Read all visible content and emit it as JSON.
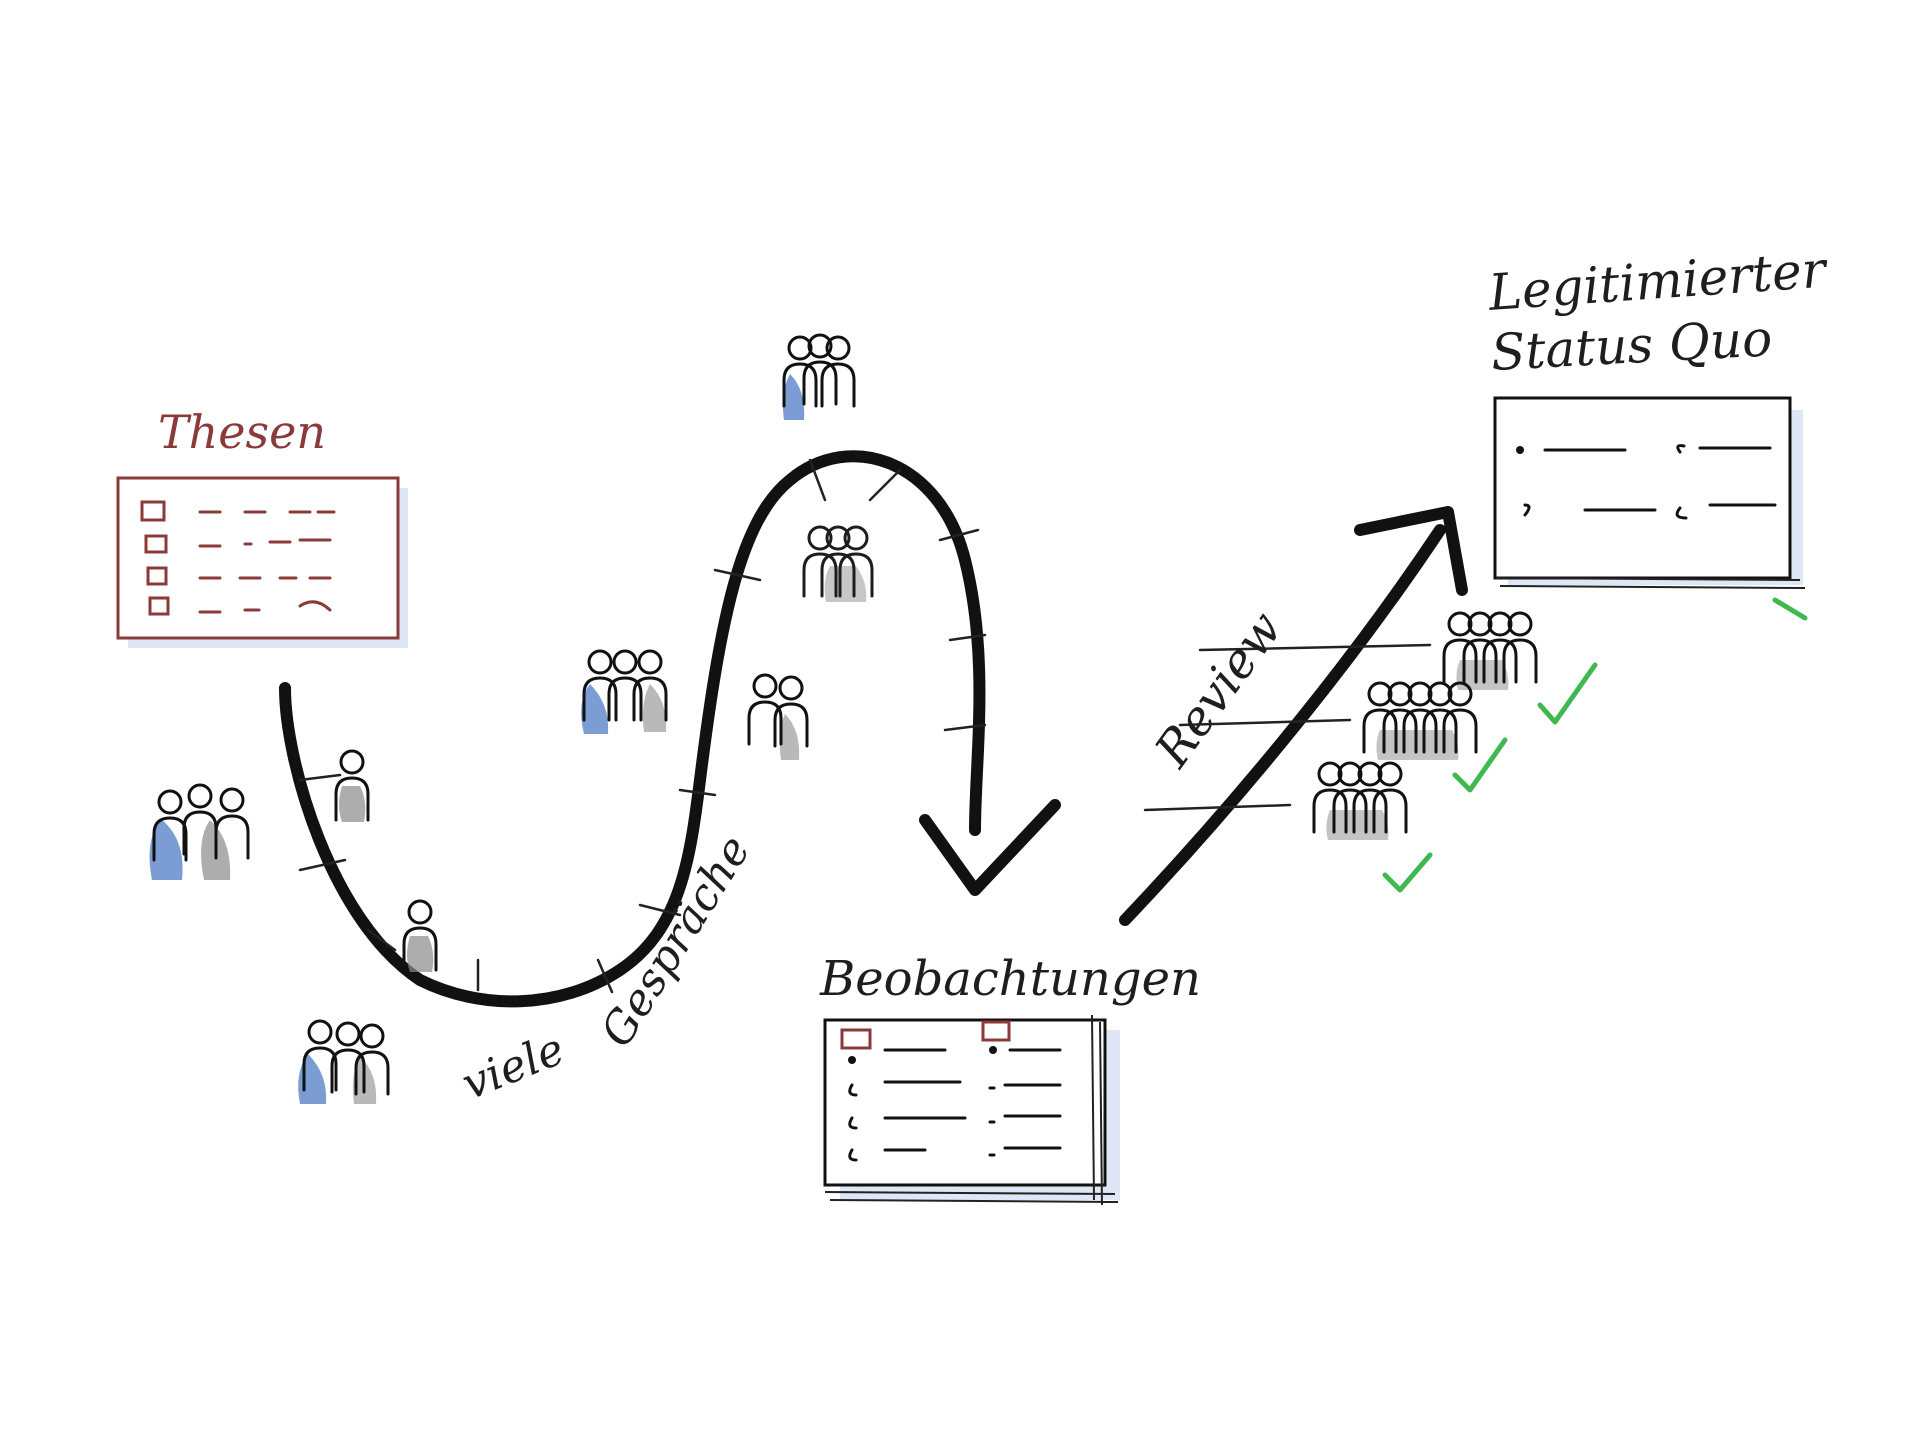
{
  "labels": {
    "theses": "Thesen",
    "many_talks_1": "viele",
    "many_talks_2": "Gespräche",
    "observations": "Beobachtungen",
    "review": "Review",
    "status_line1": "Legitimierter",
    "status_line2": "Status Quo"
  },
  "colors": {
    "ink": "#111111",
    "accent_red": "#8b3a3a",
    "shadow_blue": "#9db3dd",
    "person_blue": "#5b84c8",
    "person_grey": "#8a8a8a",
    "check_green": "#3fb94f"
  },
  "icons": [
    "person-group-icon",
    "person-icon",
    "document-board-icon",
    "arrow-icon",
    "checkmark-icon"
  ]
}
